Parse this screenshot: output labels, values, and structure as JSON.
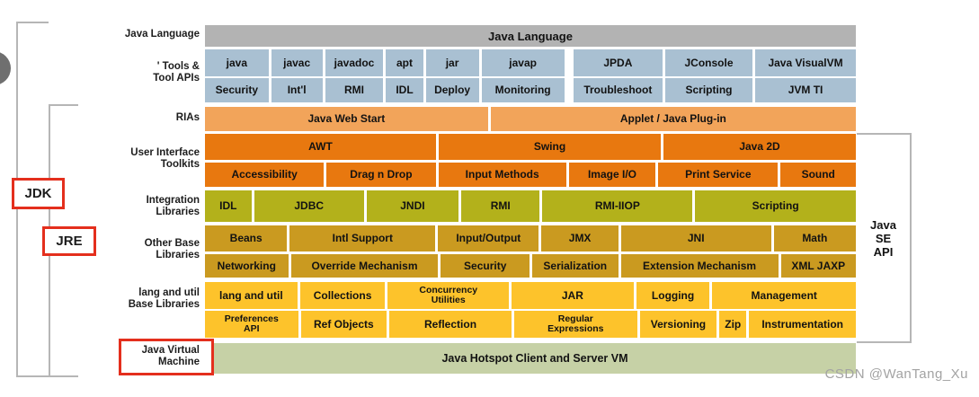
{
  "watermark": {
    "text": "CSDN @WanTang_Xu",
    "color": "#a3a3a3"
  },
  "badges": {
    "jdk": "JDK",
    "jre": "JRE",
    "box_border_color": "#e42f1d"
  },
  "right_bracket": {
    "label": "Java\nSE\nAPI"
  },
  "icons": {
    "player_overlay": "video-player-overlay-half-circle"
  },
  "colors": {
    "header_gray": "#b3b3b3",
    "tools_blue": "#a9c0d2",
    "rias_light_orange": "#f2a45a",
    "ui_orange": "#e8780f",
    "integration_olive": "#b3b11b",
    "base_ochre": "#ca9a20",
    "langutil_yellow": "#fdc32b",
    "vm_sage": "#c6d1a6",
    "bracket_gray": "#b6b6b6"
  },
  "left_labels": [
    {
      "id": "java-language",
      "lines": "Java Language"
    },
    {
      "id": "tools",
      "lines": "' Tools &\nTool APIs"
    },
    {
      "id": "rias",
      "lines": "RIAs"
    },
    {
      "id": "ui-toolkits",
      "lines": "User Interface\nToolkits"
    },
    {
      "id": "integration",
      "lines": "Integration\nLibraries"
    },
    {
      "id": "other-base",
      "lines": "Other Base\nLibraries"
    },
    {
      "id": "lang-util",
      "lines": "lang and util\nBase Libraries"
    },
    {
      "id": "jvm",
      "lines": "Java Virtual\nMachine"
    }
  ],
  "table": {
    "rows": [
      {
        "name": "java-language",
        "color": "#b3b3b3",
        "cells": [
          "Java Language"
        ]
      },
      {
        "name": "tools-commands",
        "color": "#a9c0d2",
        "cells": [
          "java",
          "javac",
          "javadoc",
          "apt",
          "jar",
          "javap",
          "JPDA",
          "JConsole",
          "Java VisualVM"
        ]
      },
      {
        "name": "tools-apis",
        "color": "#a9c0d2",
        "cells": [
          "Security",
          "Int'l",
          "RMI",
          "IDL",
          "Deploy",
          "Monitoring",
          "Troubleshoot",
          "Scripting",
          "JVM TI"
        ]
      },
      {
        "name": "rias",
        "color": "#f2a45a",
        "cells": [
          "Java Web Start",
          "Applet / Java Plug-in"
        ]
      },
      {
        "name": "ui-toolkits-main",
        "color": "#e8780f",
        "cells": [
          "AWT",
          "Swing",
          "Java 2D"
        ]
      },
      {
        "name": "ui-toolkits-sub",
        "color": "#e8780f",
        "cells": [
          "Accessibility",
          "Drag n Drop",
          "Input Methods",
          "Image I/O",
          "Print Service",
          "Sound"
        ]
      },
      {
        "name": "integration-libraries",
        "color": "#b3b11b",
        "cells": [
          "IDL",
          "JDBC",
          "JNDI",
          "RMI",
          "RMI-IIOP",
          "Scripting"
        ]
      },
      {
        "name": "other-base-1",
        "color": "#ca9a20",
        "cells": [
          "Beans",
          "Intl Support",
          "Input/Output",
          "JMX",
          "JNI",
          "Math"
        ]
      },
      {
        "name": "other-base-2",
        "color": "#ca9a20",
        "cells": [
          "Networking",
          "Override Mechanism",
          "Security",
          "Serialization",
          "Extension Mechanism",
          "XML JAXP"
        ]
      },
      {
        "name": "lang-util-1",
        "color": "#fdc32b",
        "cells": [
          "lang and util",
          "Collections",
          "Concurrency\nUtilities",
          "JAR",
          "Logging",
          "Management"
        ]
      },
      {
        "name": "lang-util-2",
        "color": "#fdc32b",
        "cells": [
          "Preferences\nAPI",
          "Ref Objects",
          "Reflection",
          "Regular\nExpressions",
          "Versioning",
          "Zip",
          "Instrumentation"
        ]
      },
      {
        "name": "jvm",
        "color": "#c6d1a6",
        "cells": [
          "Java Hotspot Client and Server VM"
        ]
      }
    ]
  }
}
